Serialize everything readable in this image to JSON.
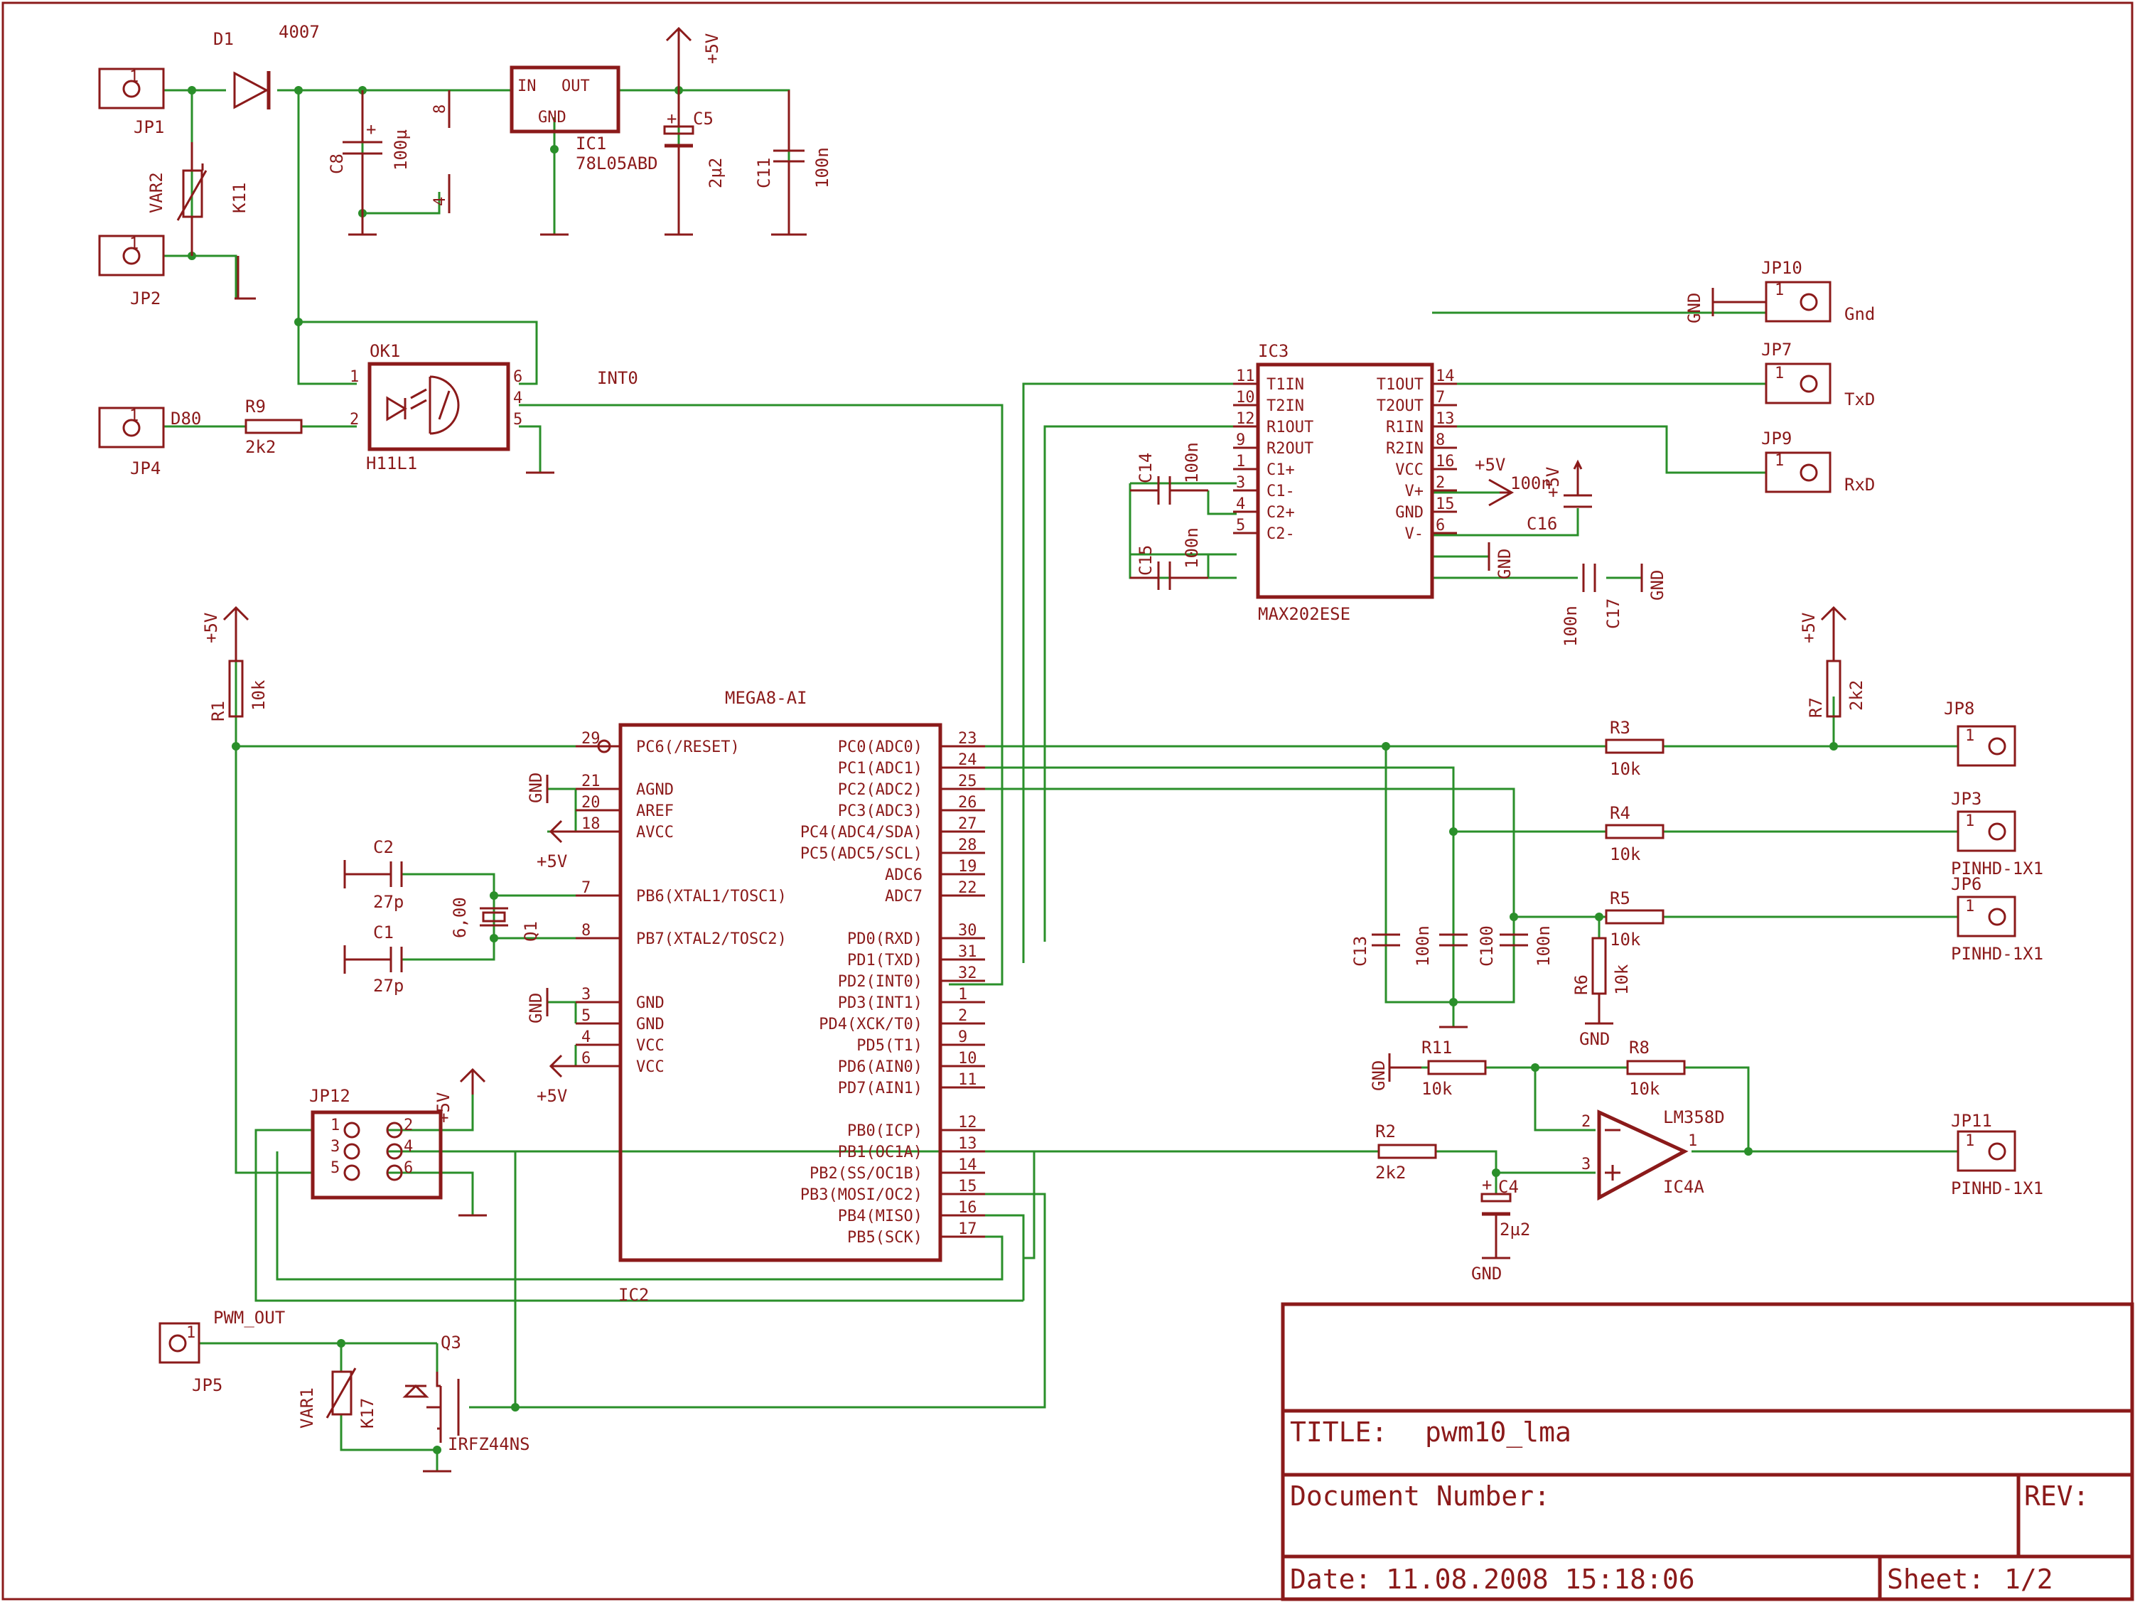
{
  "parts": {
    "jp1": "JP1",
    "jp2": "JP2",
    "jp4": "JP4",
    "jp5": "JP5",
    "jp10": "JP10",
    "jp7": "JP7",
    "jp9": "JP9",
    "jp8": "JP8",
    "jp3": "JP3",
    "jp6": "JP6",
    "jp11": "JP11",
    "jp12": "JP12",
    "d1": "D1",
    "d1v": "4007",
    "var2": "VAR2",
    "k11": "K11",
    "var1": "VAR1",
    "k17": "K17",
    "c8": "C8",
    "c8v": "100µ",
    "ic1": "IC1",
    "ic1v": "78L05ABD",
    "ic1in": "IN",
    "ic1out": "OUT",
    "ic1gnd": "GND",
    "c5": "C5",
    "c5v": "2µ2",
    "c11": "C11",
    "c11v": "100n",
    "ok1": "OK1",
    "ok1v": "H11L1",
    "d80": "D80",
    "r9": "R9",
    "r9v": "2k2",
    "int0": "INT0",
    "ic3": "IC3",
    "ic3v": "MAX202ESE",
    "c14": "C14",
    "c14v": "100n",
    "c15": "C15",
    "c15v": "100n",
    "c16": "C16",
    "c16v": "100n",
    "c17": "C17",
    "c17v": "100n",
    "r1": "R1",
    "r1v": "10k",
    "mega": "MEGA8-AI",
    "c2": "C2",
    "c2v": "27p",
    "c1": "C1",
    "c1v": "27p",
    "q1": "Q1",
    "q1v": "6,00",
    "r3": "R3",
    "r3v": "10k",
    "r4": "R4",
    "r4v": "10k",
    "r5": "R5",
    "r5v": "10k",
    "r6": "R6",
    "r6v": "10k",
    "r7": "R7",
    "r7v": "2k2",
    "c13": "C13",
    "c13v": "100n",
    "c100": "C100",
    "c100v": "100n",
    "r11": "R11",
    "r11v": "10k",
    "r8": "R8",
    "r8v": "10k",
    "r2": "R2",
    "r2v": "2k2",
    "c4": "C4",
    "c4v": "2µ2",
    "ic4": "IC4A",
    "ic4v": "LM358D",
    "q3": "Q3",
    "q3v": "IRFZ44NS",
    "ic2": "IC2",
    "pwm": "PWM_OUT"
  },
  "net": {
    "plus5v": "+5V",
    "gnd": "GND",
    "gndlbl": "Gnd",
    "txd": "TxD",
    "rxd": "RxD",
    "pinhd": "PINHD-1X1",
    "one": "1",
    "two": "2",
    "three": "3",
    "four": "4",
    "five": "5",
    "six": "6",
    "eight": "8"
  },
  "ic3_pins_left": [
    {
      "num": "11",
      "name": "T1IN"
    },
    {
      "num": "10",
      "name": "T2IN"
    },
    {
      "num": "12",
      "name": "R1OUT"
    },
    {
      "num": "9",
      "name": "R2OUT"
    },
    {
      "num": "1",
      "name": "C1+"
    },
    {
      "num": "3",
      "name": "C1-"
    },
    {
      "num": "4",
      "name": "C2+"
    },
    {
      "num": "5",
      "name": "C2-"
    }
  ],
  "ic3_pins_right": [
    {
      "num": "14",
      "name": "T1OUT"
    },
    {
      "num": "7",
      "name": "T2OUT"
    },
    {
      "num": "13",
      "name": "R1IN"
    },
    {
      "num": "8",
      "name": "R2IN"
    },
    {
      "num": "16",
      "name": "VCC"
    },
    {
      "num": "2",
      "name": "V+"
    },
    {
      "num": "15",
      "name": "GND"
    },
    {
      "num": "6",
      "name": "V-"
    }
  ],
  "mega_pins_left": [
    {
      "num": "29",
      "name": "PC6(/RESET)"
    },
    {
      "num": "21",
      "name": "AGND"
    },
    {
      "num": "20",
      "name": "AREF"
    },
    {
      "num": "18",
      "name": "AVCC"
    },
    {
      "num": "7",
      "name": "PB6(XTAL1/TOSC1)"
    },
    {
      "num": "8",
      "name": "PB7(XTAL2/TOSC2)"
    },
    {
      "num": "3",
      "name": "GND"
    },
    {
      "num": "5",
      "name": "GND"
    },
    {
      "num": "4",
      "name": "VCC"
    },
    {
      "num": "6",
      "name": "VCC"
    }
  ],
  "mega_pins_right": [
    {
      "num": "23",
      "name": "PC0(ADC0)"
    },
    {
      "num": "24",
      "name": "PC1(ADC1)"
    },
    {
      "num": "25",
      "name": "PC2(ADC2)"
    },
    {
      "num": "26",
      "name": "PC3(ADC3)"
    },
    {
      "num": "27",
      "name": "PC4(ADC4/SDA)"
    },
    {
      "num": "28",
      "name": "PC5(ADC5/SCL)"
    },
    {
      "num": "19",
      "name": "ADC6"
    },
    {
      "num": "22",
      "name": "ADC7"
    },
    {
      "num": "30",
      "name": "PD0(RXD)"
    },
    {
      "num": "31",
      "name": "PD1(TXD)"
    },
    {
      "num": "32",
      "name": "PD2(INT0)"
    },
    {
      "num": "1",
      "name": "PD3(INT1)"
    },
    {
      "num": "2",
      "name": "PD4(XCK/T0)"
    },
    {
      "num": "9",
      "name": "PD5(T1)"
    },
    {
      "num": "10",
      "name": "PD6(AIN0)"
    },
    {
      "num": "11",
      "name": "PD7(AIN1)"
    },
    {
      "num": "12",
      "name": "PB0(ICP)"
    },
    {
      "num": "13",
      "name": "PB1(OC1A)"
    },
    {
      "num": "14",
      "name": "PB2(SS/OC1B)"
    },
    {
      "num": "15",
      "name": "PB3(MOSI/OC2)"
    },
    {
      "num": "16",
      "name": "PB4(MISO)"
    },
    {
      "num": "17",
      "name": "PB5(SCK)"
    }
  ],
  "title_block": {
    "title_label": "TITLE:",
    "title_value": "pwm10_lma",
    "docnum_label": "Document Number:",
    "rev_label": "REV:",
    "date_label": "Date:",
    "date_value": "11.08.2008 15:18:06",
    "sheet_label": "Sheet:",
    "sheet_value": "1/2"
  },
  "colors": {
    "part": "#8b1a1a",
    "wire": "#2a8f2a",
    "background": "#ffffff"
  }
}
